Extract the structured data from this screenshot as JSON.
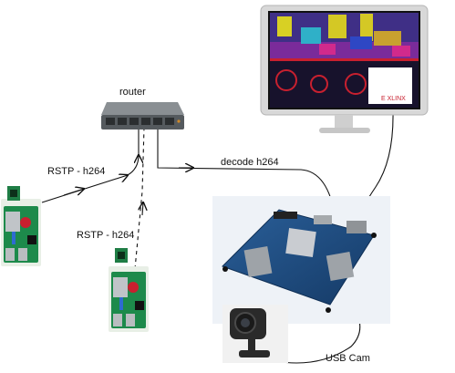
{
  "labels": {
    "router": "router",
    "rstp_top": "RSTP - h264",
    "rstp_bottom": "RSTP - h264",
    "decode": "decode h264",
    "usb_cam": "USB Cam"
  },
  "monitor": {
    "brand_text": "E XLINX"
  },
  "colors": {
    "pi_green": "#1d8a4b",
    "pi_red": "#c8202f",
    "board_blue": "#1d4f86",
    "monitor_silver": "#d8d8d8",
    "router_gray": "#555a5e",
    "line": "#111111"
  }
}
